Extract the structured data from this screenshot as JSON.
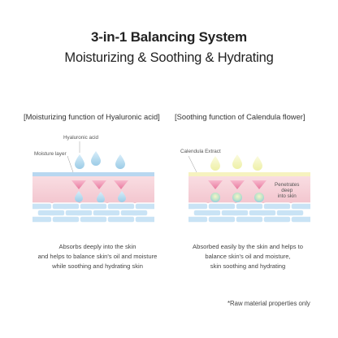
{
  "header": {
    "title": "3-in-1 Balancing System",
    "subtitle": "Moisturizing & Soothing & Hydrating"
  },
  "panels": [
    {
      "heading": "[Moisturizing function of Hyaluronic acid]",
      "labels": {
        "ingredient": "Hyaluronic acid",
        "layer": "Moisture layer"
      },
      "description": [
        "Absorbs deeply into the skin",
        "and helps to balance skin's oil and moisture",
        "while soothing and hydrating skin"
      ]
    },
    {
      "heading": "[Soothing function of Calendula flower]",
      "labels": {
        "ingredient": "Calendula Extract",
        "penetrates": [
          "Penetrates",
          "deep",
          "into skin"
        ]
      },
      "description": [
        "Absorbed easily by the skin and helps to",
        "balance skin's oil and moisture,",
        "skin soothing and hydrating"
      ]
    }
  ],
  "footnote": "*Raw material properties only",
  "colors": {
    "drop_blue": "#a9d3ea",
    "drop_yellow": "#f3f3b8",
    "moisture_layer": "#b8d7f0",
    "calendula_layer": "#f6f2bf",
    "skin_pink": "#f6cfd6",
    "cell_blue": "#c9e3f5",
    "arrow_pink": "#ee8fb0"
  }
}
